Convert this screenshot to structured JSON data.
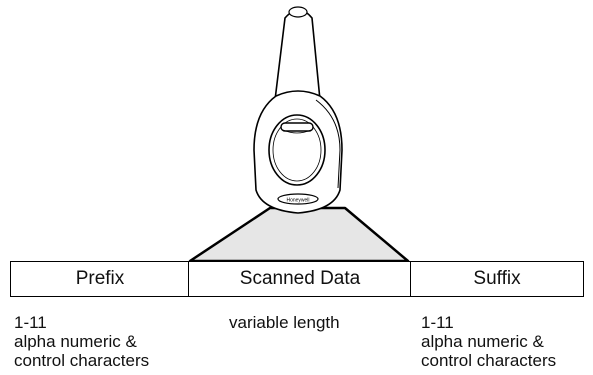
{
  "segments": {
    "prefix": "Prefix",
    "scanned": "Scanned Data",
    "suffix": "Suffix"
  },
  "notes": {
    "prefix": [
      "1-11",
      "alpha numeric &",
      "control characters"
    ],
    "scanned": [
      "variable length"
    ],
    "suffix": [
      "1-11",
      "alpha numeric &",
      "control characters"
    ]
  },
  "brand_mark": "Honeywell",
  "colors": {
    "line": "#000000",
    "beam_fill": "#e6e6e6",
    "background": "#ffffff"
  }
}
